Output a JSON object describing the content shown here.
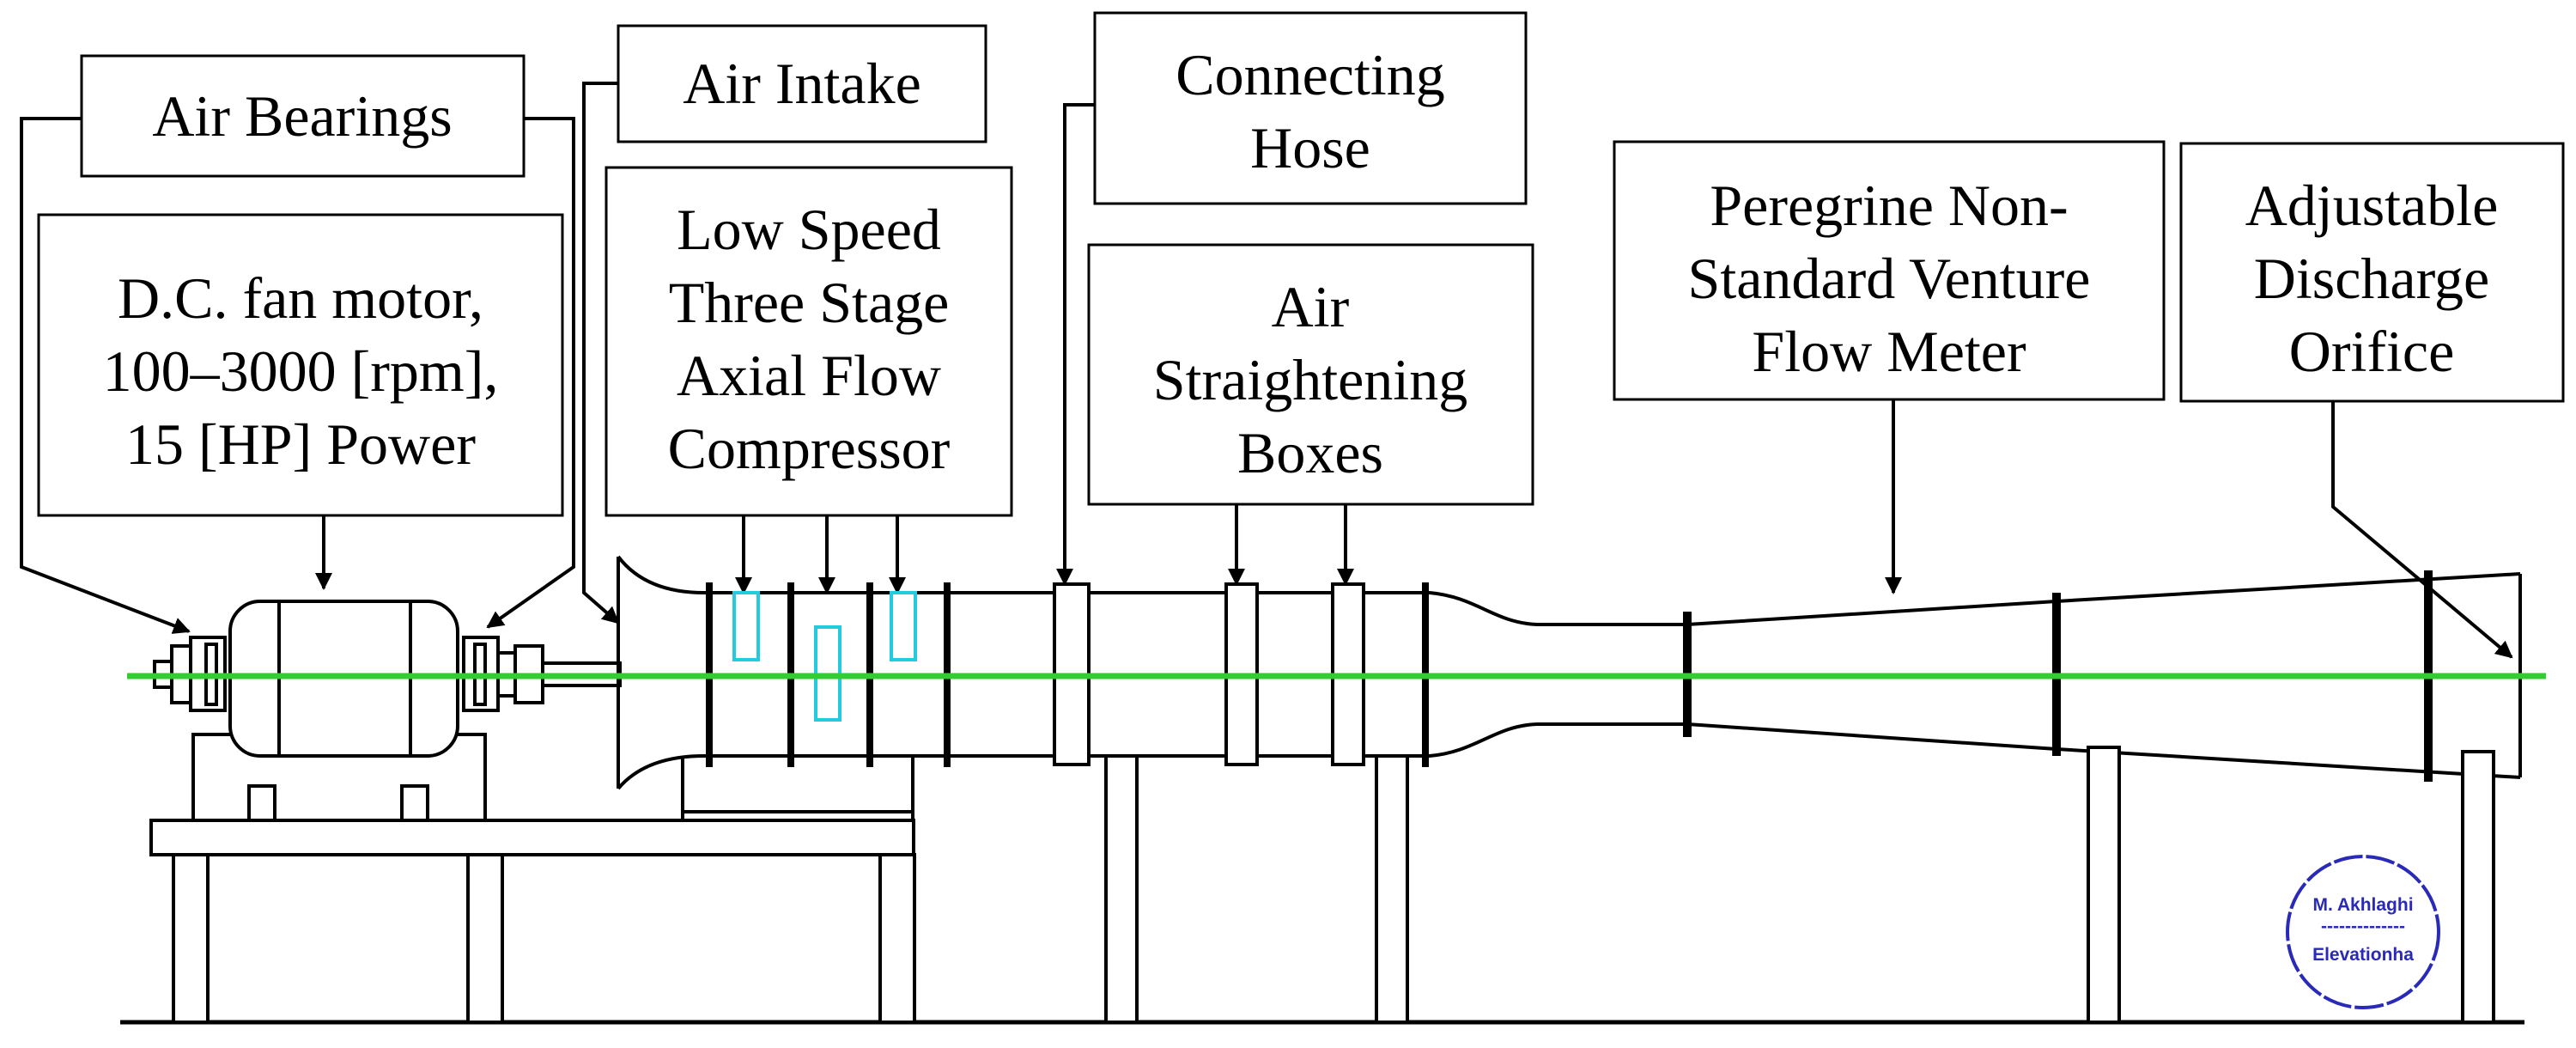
{
  "labels": {
    "air_bearings": "Air Bearings",
    "air_intake": "Air Intake",
    "connecting_hose": [
      "Connecting",
      "Hose"
    ],
    "motor": [
      "D.C. fan motor,",
      "100–3000 [rpm],",
      "15 [HP] Power"
    ],
    "compressor": [
      "Low Speed",
      "Three Stage",
      "Axial Flow",
      "Compressor"
    ],
    "straightening": [
      "Air",
      "Straightening",
      "Boxes"
    ],
    "venturi": [
      "Peregrine Non-",
      "Standard Venture",
      "Flow Meter"
    ],
    "orifice": [
      "Adjustable",
      "Discharge",
      "Orifice"
    ]
  },
  "watermark": {
    "name": "M. Akhlaghi",
    "divider": "--------------",
    "site": "Elevationha"
  },
  "colors": {
    "line": "#000000",
    "centerline": "#33cc33",
    "stator": "#22ccdd",
    "stamp": "#2a2ab8"
  }
}
